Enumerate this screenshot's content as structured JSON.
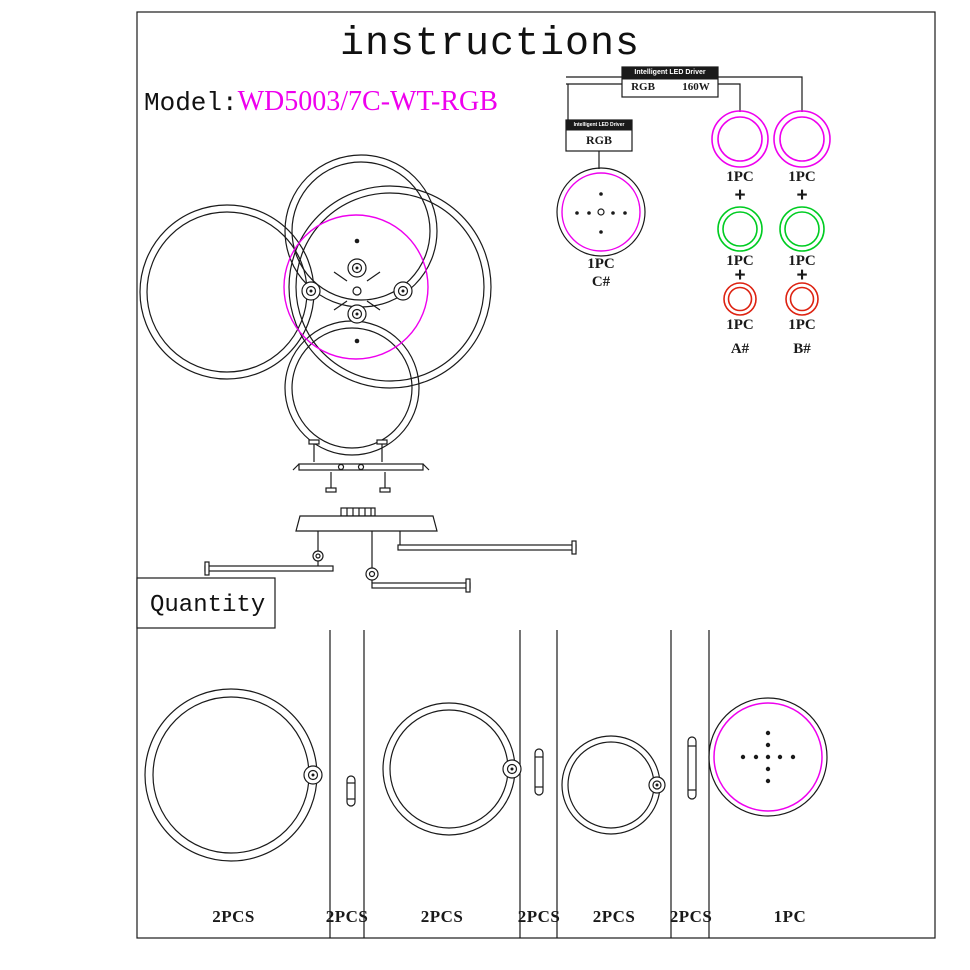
{
  "page": {
    "title": "instructions",
    "model_label": "Model:",
    "model_value": "WD5003/7C-WT-RGB",
    "quantity_label": "Quantity"
  },
  "driver": {
    "main": {
      "title": "Intelligent LED Driver",
      "rgb": "RGB",
      "power": "160W"
    },
    "small": {
      "title": "Intelligent LED Driver",
      "rgb": "RGB"
    }
  },
  "plate": {
    "qty": "1PC",
    "code": "C#"
  },
  "stack": {
    "plus": "+",
    "ring_colors": [
      "magenta",
      "green",
      "red"
    ],
    "columns": [
      {
        "code": "A#",
        "rows": [
          {
            "qty": "1PC"
          },
          {
            "qty": "1PC"
          },
          {
            "qty": "1PC"
          }
        ]
      },
      {
        "code": "B#",
        "rows": [
          {
            "qty": "1PC"
          },
          {
            "qty": "1PC"
          },
          {
            "qty": "1PC"
          }
        ]
      }
    ]
  },
  "table": {
    "cells": [
      {
        "item": "large-ring",
        "qty": "2PCS"
      },
      {
        "item": "short-connector-bar",
        "qty": "2PCS"
      },
      {
        "item": "medium-ring",
        "qty": "2PCS"
      },
      {
        "item": "medium-connector-bar",
        "qty": "2PCS"
      },
      {
        "item": "small-ring",
        "qty": "2PCS"
      },
      {
        "item": "long-connector-bar",
        "qty": "2PCS"
      },
      {
        "item": "ceiling-plate",
        "qty": "1PC"
      }
    ]
  },
  "colors": {
    "magenta": "#ee00ee",
    "green": "#00cc22",
    "red": "#dd2211",
    "ink": "#1a1a1a"
  }
}
